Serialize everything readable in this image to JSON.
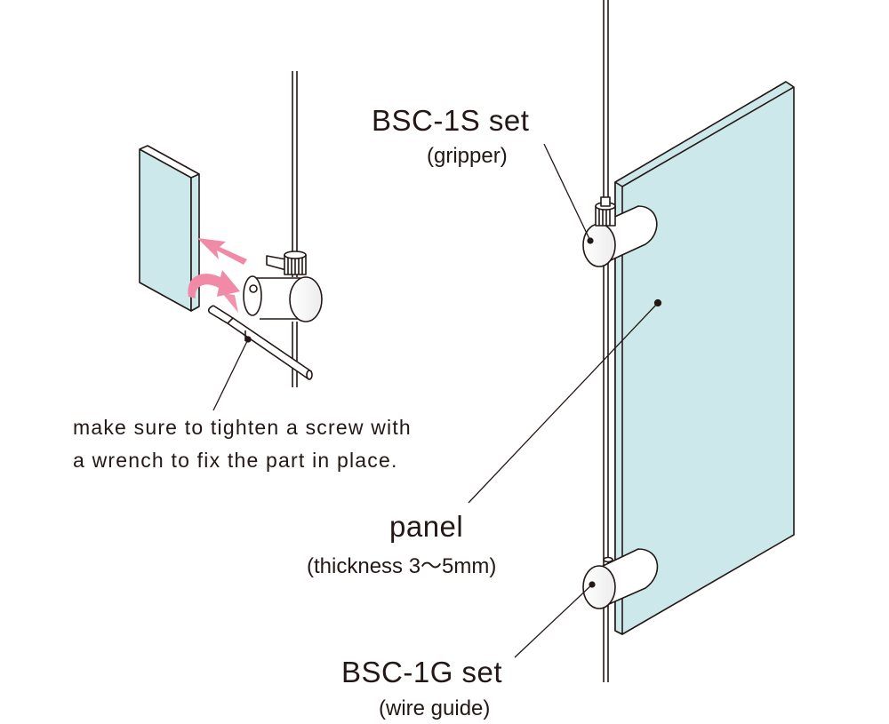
{
  "note": {
    "line1": "make sure to tighten a screw with",
    "line2": "a wrench to fix the part in place."
  },
  "gripper": {
    "title": "BSC-1S set",
    "subtitle": "(gripper)"
  },
  "panel": {
    "title": "panel",
    "subtitle": "(thickness 3〜5mm)"
  },
  "guide": {
    "title": "BSC-1G set",
    "subtitle": "(wire guide)"
  },
  "colors": {
    "panel_fill": "#cde8ea",
    "line": "#231815",
    "arrow": "#f08aa6"
  }
}
